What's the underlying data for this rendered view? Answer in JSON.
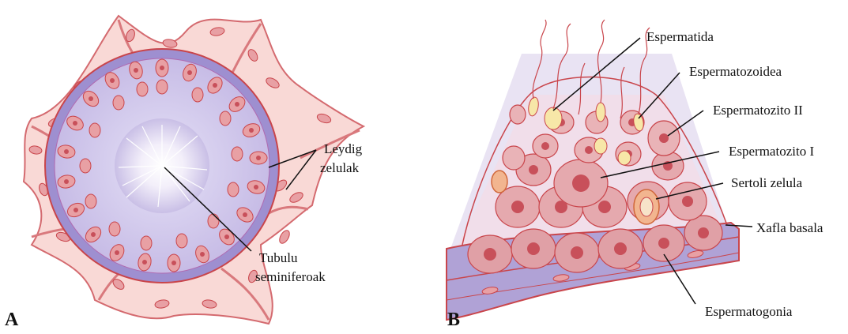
{
  "panels": {
    "a": {
      "letter": "A",
      "labels": {
        "leydig_line1": "Leydig",
        "leydig_line2": "zelulak",
        "tubulu_line1": "Tubulu",
        "tubulu_line2": "seminiferoak"
      }
    },
    "b": {
      "letter": "B",
      "labels": {
        "espermatida": "Espermatida",
        "espermatozoidea": "Espermatozoidea",
        "espermatozito_ii": "Espermatozito II",
        "espermatozito_i": "Espermatozito I",
        "sertoli": "Sertoli zelula",
        "xafla": "Xafla basala",
        "espermatogonia": "Espermatogonia"
      }
    }
  },
  "colors": {
    "tissue_pink": "#f6cfcc",
    "tissue_edge": "#c9454b",
    "tubule_purple": "#a99bd6",
    "cell_fill": "#e7a3a6",
    "cell_nucleus": "#c8505a",
    "lumen": "#f4f1fb",
    "sperm_head": "#f7e7a8"
  }
}
